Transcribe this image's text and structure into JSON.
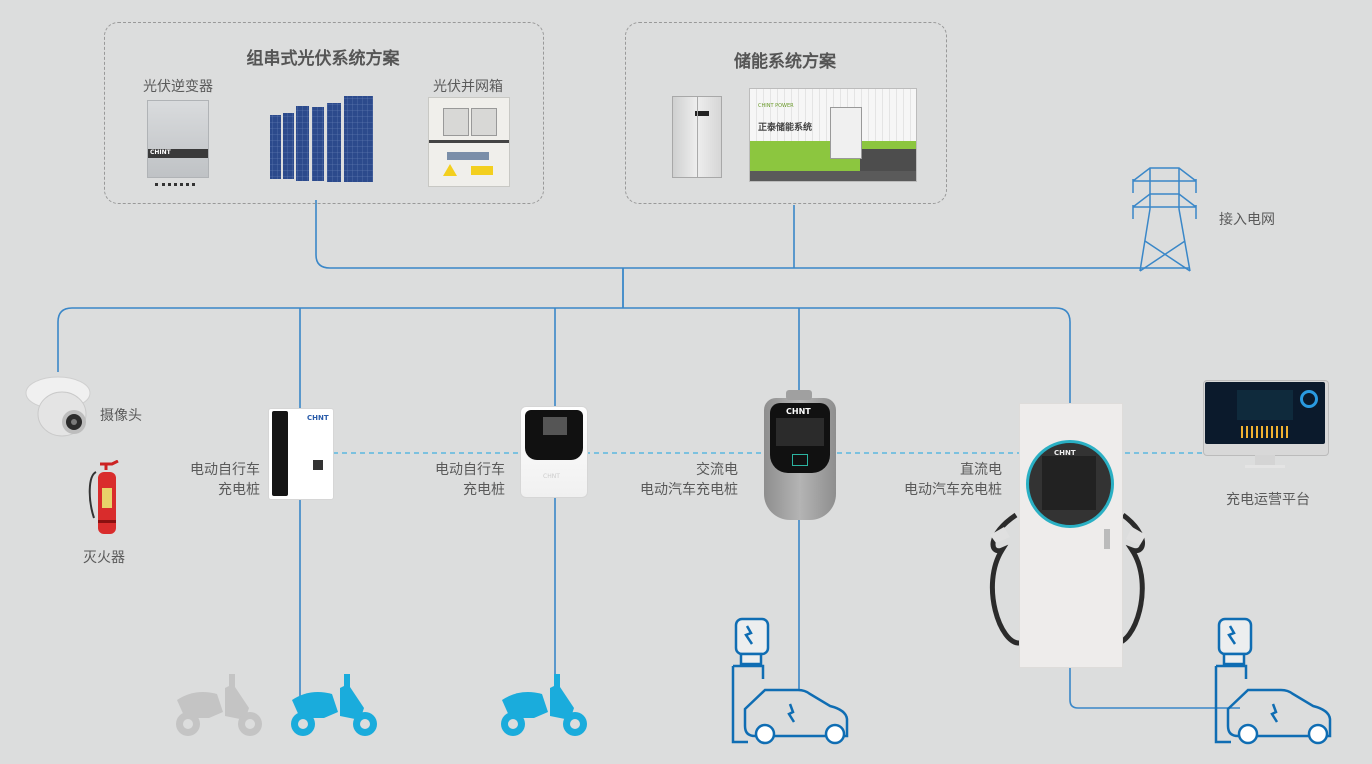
{
  "pv_group": {
    "title": "组串式光伏系统方案",
    "inverter_label": "光伏逆变器",
    "combiner_label": "光伏并网箱",
    "inverter_brand": "CHINT"
  },
  "storage_group": {
    "title": "储能系统方案",
    "container_text": "正泰储能系统",
    "container_brand": "CHINT POWER"
  },
  "grid": {
    "label": "接入电网"
  },
  "camera": {
    "label": "摄像头"
  },
  "extinguisher": {
    "label": "灭火器"
  },
  "ebike_charger_1": {
    "label_line1": "电动自行车",
    "label_line2": "充电桩",
    "brand": "CHNT"
  },
  "ebike_charger_2": {
    "label_line1": "电动自行车",
    "label_line2": "充电桩",
    "brand": "CHNT"
  },
  "ac_charger": {
    "label_line1": "交流电",
    "label_line2": "电动汽车充电桩",
    "brand": "CHNT"
  },
  "dc_charger": {
    "label_line1": "直流电",
    "label_line2": "电动汽车充电桩",
    "brand": "CHNT"
  },
  "platform": {
    "label": "充电运营平台"
  },
  "colors": {
    "background": "#dcdddd",
    "line_blue": "#3a87c8",
    "dashed_cyan": "#5bb8e0",
    "scooter_active": "#1aacdc",
    "scooter_inactive": "#c4c4c4",
    "car_icon": "#0f6db3",
    "storage_green": "#8cc63f"
  }
}
